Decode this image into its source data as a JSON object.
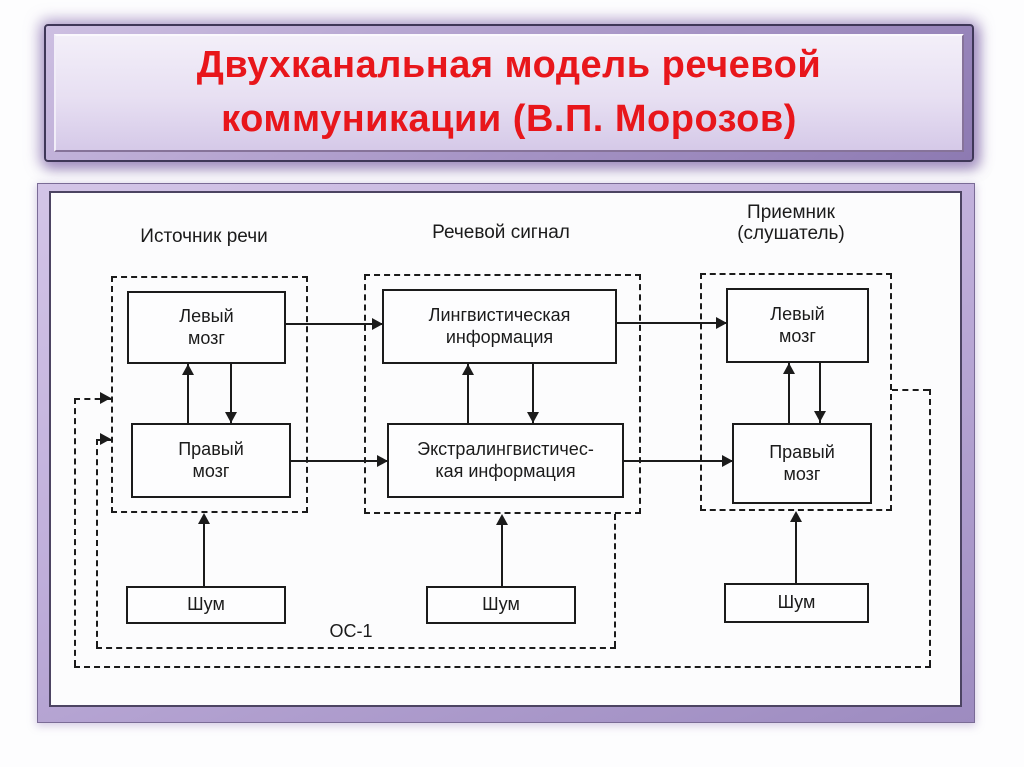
{
  "slide": {
    "title": "Двухканальная модель речевой\nкоммуникации (В.П. Морозов)",
    "title_color": "#e8161b",
    "banner_fill": "#e7dff2",
    "frame_purple": "#a795c6"
  },
  "diagram": {
    "ink_color": "#1b1b1b",
    "headers": {
      "source": "Источник речи",
      "signal": "Речевой сигнал",
      "receiver": "Приемник\n(слушатель)"
    },
    "nodes": {
      "src_left_brain": "Левый\nмозг",
      "src_right_brain": "Правый\nмозг",
      "linguistic_info": "Лингвистическая\nинформация",
      "extralinguistic_info": "Экстралингвистичес-\nкая информация",
      "rcv_left_brain": "Левый\nмозг",
      "rcv_right_brain": "Правый\nмозг",
      "noise_source": "Шум",
      "noise_signal": "Шум",
      "noise_receiver": "Шум"
    },
    "labels": {
      "feedback_loop_1": "ОС-1"
    }
  }
}
